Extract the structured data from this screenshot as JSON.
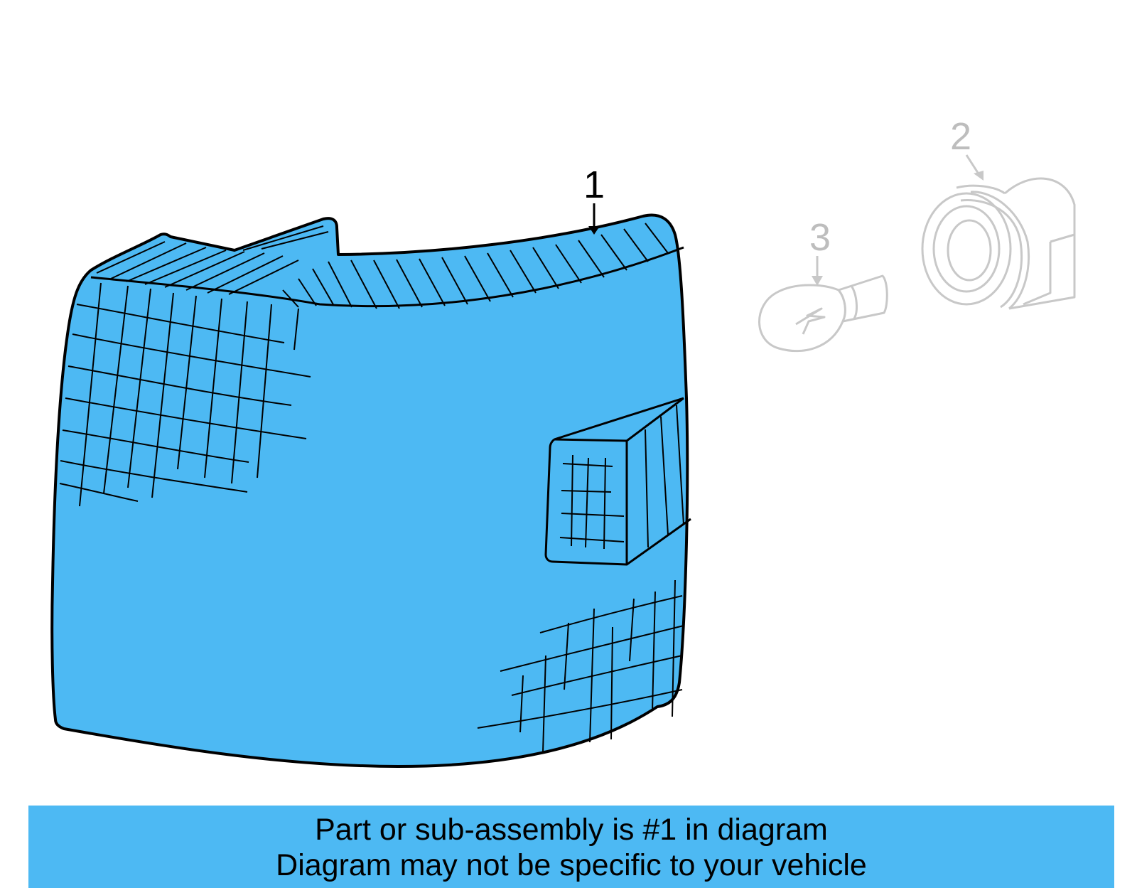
{
  "diagram": {
    "callouts": [
      {
        "number": "1",
        "part": "lamp-lens",
        "highlighted": true
      },
      {
        "number": "2",
        "part": "bulb-socket",
        "highlighted": false
      },
      {
        "number": "3",
        "part": "bulb",
        "highlighted": false
      }
    ],
    "colors": {
      "highlight_fill": "#4db9f3",
      "outline": "#000000",
      "ghost_outline": "#c8c8c8",
      "ghost_label": "#bdbdbd",
      "banner": "#4db9f3"
    }
  },
  "caption": {
    "line1": "Part or sub-assembly is #1 in diagram",
    "line2": "Diagram may not be specific to your vehicle"
  }
}
